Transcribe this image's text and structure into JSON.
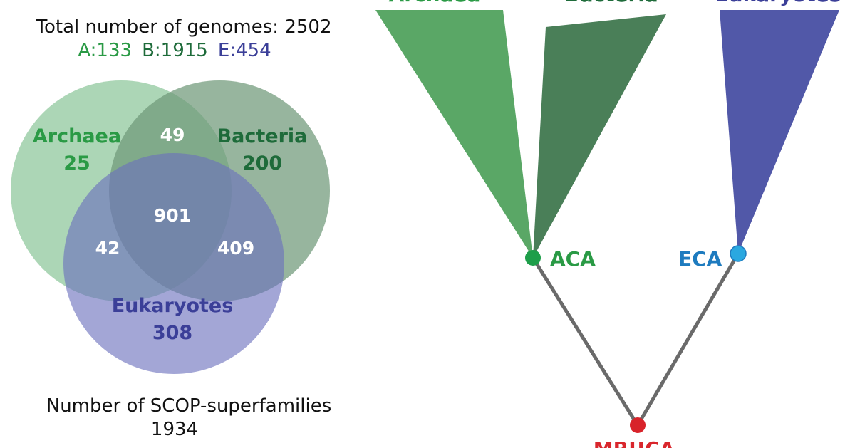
{
  "colors": {
    "archaea": "#2a9a45",
    "bacteria": "#1e6b3a",
    "eukaryotes": "#3b3f98",
    "eca": "#1e7bbf",
    "mruca": "#d9262c",
    "tree_archaea": "#5aa766",
    "tree_bacteria": "#4a7f58",
    "tree_eukaryotes": "#5158a8",
    "branch": "#6a6a6a",
    "node_aca": "#1e9e4a",
    "node_eca": "#2aa8e0",
    "node_mruca": "#d8232a"
  },
  "header": {
    "total_line": "Total number of genomes: 2502",
    "a_label": "A:133",
    "b_label": "B:1915",
    "e_label": "E:454"
  },
  "venn": {
    "archaea": {
      "label": "Archaea",
      "value": "25"
    },
    "bacteria": {
      "label": "Bacteria",
      "value": "200"
    },
    "eukaryotes": {
      "label": "Eukaryotes",
      "value": "308"
    },
    "ab": "49",
    "abe": "901",
    "ae": "42",
    "be": "409"
  },
  "footer": {
    "line1": "Number of SCOP-superfamilies",
    "line2": "1934"
  },
  "tree": {
    "archaea": "Archaea",
    "bacteria": "Bacteria",
    "eukaryotes": "Eukaryotes",
    "aca": "ACA",
    "eca": "ECA",
    "mruca": "MRUCA"
  }
}
